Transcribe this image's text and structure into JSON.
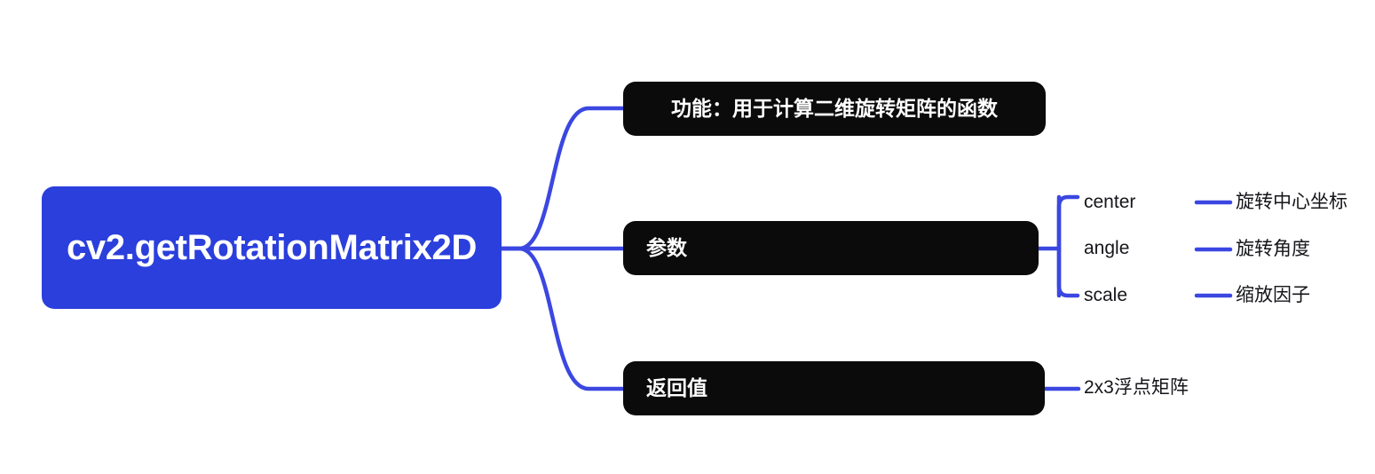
{
  "diagram": {
    "type": "mindmap",
    "background_color": "#ffffff",
    "root": {
      "label": "cv2.getRotationMatrix2D",
      "fill_color": "#2B3FDC",
      "text_color": "#ffffff"
    },
    "link_color": "#3B47E0",
    "branches": [
      {
        "id": "function",
        "label": "功能：用于计算二维旋转矩阵的函数",
        "fill_color": "#0B0B0B",
        "text_color": "#ffffff",
        "children": []
      },
      {
        "id": "params",
        "label": "参数",
        "fill_color": "#0B0B0B",
        "text_color": "#ffffff",
        "connector": "curly-brace",
        "children": [
          {
            "name": "center",
            "description": "旋转中心坐标"
          },
          {
            "name": "angle",
            "description": "旋转角度"
          },
          {
            "name": "scale",
            "description": "缩放因子"
          }
        ]
      },
      {
        "id": "return",
        "label": "返回值",
        "fill_color": "#0B0B0B",
        "text_color": "#ffffff",
        "connector": "dash",
        "children": [
          {
            "name": "2x3浮点矩阵",
            "description": ""
          }
        ]
      }
    ]
  }
}
